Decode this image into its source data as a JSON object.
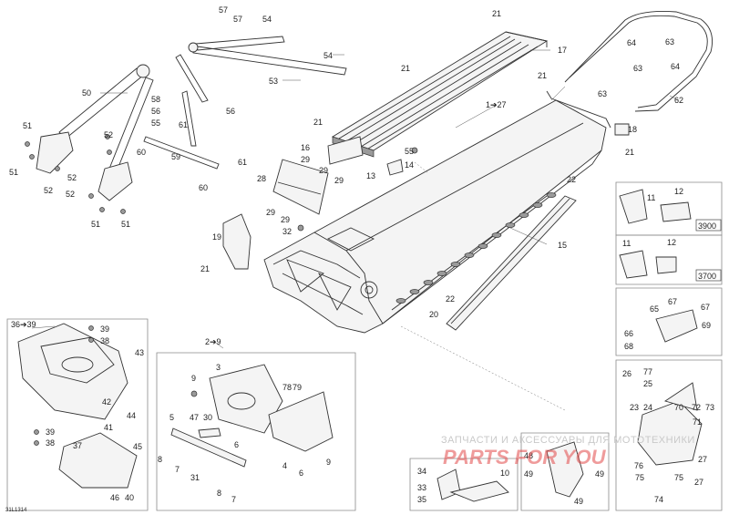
{
  "diagram_code": "31L1314",
  "watermark": {
    "line1": "ЗАПЧАСТИ И АКСЕССУАРЫ ДЛЯ МОТОТЕХНИКИ",
    "line2": "PARTS FOR YOU"
  },
  "callouts": {
    "c57a": "57",
    "c57b": "57",
    "c54a": "54",
    "c54b": "54",
    "c53": "53",
    "c50": "50",
    "c51a": "51",
    "c51b": "51",
    "c51c": "51",
    "c51d": "51",
    "c52a": "52",
    "c52b": "52",
    "c52c": "52",
    "c52d": "52",
    "c58": "58",
    "c56a": "56",
    "c56b": "56",
    "c61a": "61",
    "c61b": "61",
    "c55b": "55",
    "c60a": "60",
    "c60b": "60",
    "c59": "59",
    "c21a": "21",
    "c21b": "21",
    "c21c": "21",
    "c21d": "21",
    "c21e": "21",
    "c21f": "21",
    "c17": "17",
    "c1to27": "1➔27",
    "c18": "18",
    "c64a": "64",
    "c64b": "64",
    "c63a": "63",
    "c63b": "63",
    "c63c": "63",
    "c62": "62",
    "c16": "16",
    "c29a": "29",
    "c29b": "29",
    "c29c": "29",
    "c29d": "29",
    "c29e": "29",
    "c28": "28",
    "c55": "55",
    "c14": "14",
    "c13": "13",
    "c32": "32",
    "c19": "19",
    "c22a": "22",
    "c15": "15",
    "c22b": "22",
    "c20": "20",
    "c11a": "11",
    "c12a": "12",
    "c11b": "11",
    "c12b": "12",
    "c36to39": "36➔39",
    "c39a": "39",
    "c38a": "38",
    "c43": "43",
    "c42": "42",
    "c44": "44",
    "c41": "41",
    "c39b": "39",
    "c38b": "38",
    "c37": "37",
    "c45": "45",
    "c46": "46",
    "c40": "40",
    "c2to9": "2➔9",
    "c3": "3",
    "c9a": "9",
    "c78": "78",
    "c79": "79",
    "c5": "5",
    "c47": "47",
    "c30": "30",
    "c6a": "6",
    "c8a": "8",
    "c7a": "7",
    "c31": "31",
    "c8b": "8",
    "c7b": "7",
    "c4": "4",
    "c6b": "6",
    "c9b": "9",
    "c34": "34",
    "c33": "33",
    "c35": "35",
    "c10": "10",
    "c48": "48",
    "c49a": "49",
    "c49b": "49",
    "c49c": "49",
    "c67a": "67",
    "c67b": "67",
    "c65": "65",
    "c69": "69",
    "c66": "66",
    "c68": "68",
    "c26": "26",
    "c77": "77",
    "c25": "25",
    "c23": "23",
    "c24": "24",
    "c70": "70",
    "c72": "72",
    "c73": "73",
    "c71": "71",
    "c76": "76",
    "c27a": "27",
    "c75a": "75",
    "c75b": "75",
    "c27b": "27",
    "c74": "74"
  },
  "variant_codes": {
    "top": "3900",
    "bottom": "3700"
  }
}
